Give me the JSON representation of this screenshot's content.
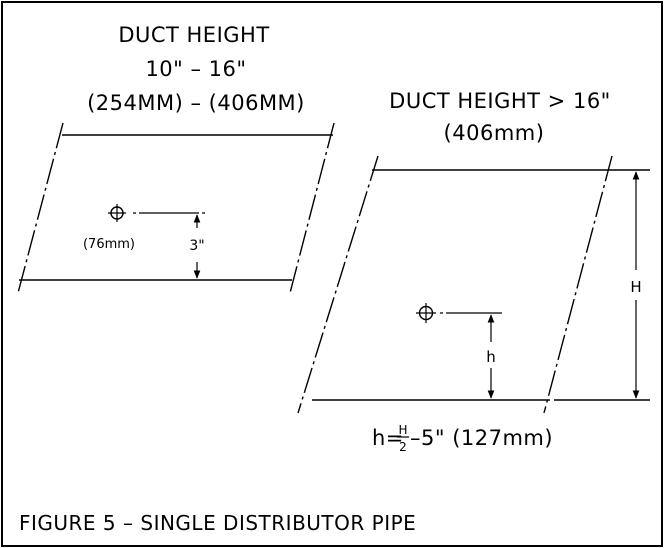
{
  "left_panel": {
    "title_line1": "DUCT HEIGHT",
    "title_line2": "10\" – 16\"",
    "title_line3": "(254MM) – (406MM)",
    "dimension_label": "3\"",
    "metric_label": "(76mm)"
  },
  "right_panel": {
    "title_line1": "DUCT HEIGHT > 16\"",
    "title_line2": "(406mm)",
    "height_label": "H",
    "offset_label": "h",
    "formula_prefix": "h=",
    "formula_num": "H",
    "formula_den": "2",
    "formula_suffix": "–5\" (127mm)"
  },
  "caption": "FIGURE 5 – SINGLE DISTRIBUTOR PIPE"
}
